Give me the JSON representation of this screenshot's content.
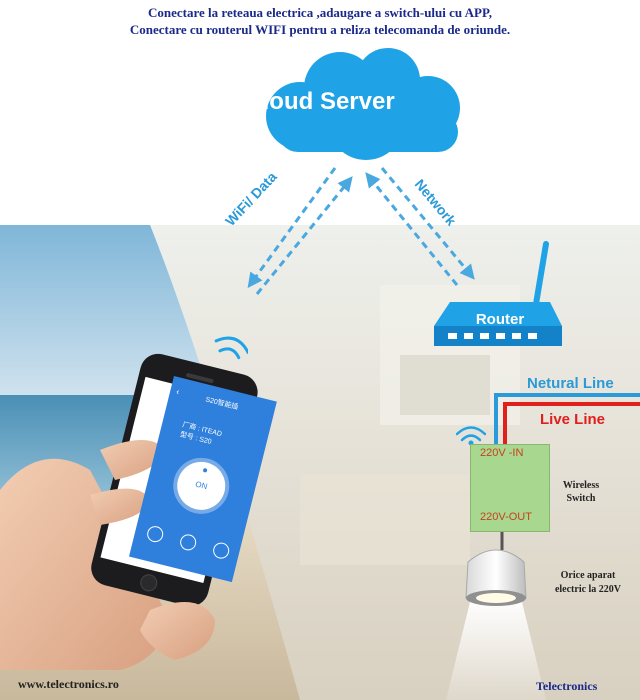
{
  "caption": {
    "line1": "Conectare la reteaua electrica ,adaugare a switch-ului  cu APP,",
    "line2": "Conectare cu routerul WIFI pentru a reliza telecomanda de oriunde."
  },
  "cloud": {
    "label": "Cloud Server"
  },
  "links": {
    "wifi_data": "WiFi/ Data",
    "network": "Network"
  },
  "router": {
    "label": "Router"
  },
  "lines": {
    "neutral": "Netural Line",
    "live": "Live Line"
  },
  "switch": {
    "in_label": "220V -IN",
    "out_label": "220V-OUT",
    "name_line1": "Wireless",
    "name_line2": "Switch"
  },
  "appliance": {
    "line1": "Orice aparat",
    "line2": "electric la 220V"
  },
  "phone": {
    "app_title": "S20智能插",
    "vendor": "厂商 : ITEAD",
    "model": "型号 : S20",
    "power_button": "ON"
  },
  "footer": {
    "website": "www.telectronics.ro",
    "brand": "Telectronics"
  },
  "colors": {
    "cloud": "#1fa3e6",
    "arrow": "#4aa8e0",
    "neutral_line": "#2a9ad8",
    "live_line": "#e0201c",
    "switch_box": "#a8d890",
    "app_header": "#2f7fdc"
  }
}
